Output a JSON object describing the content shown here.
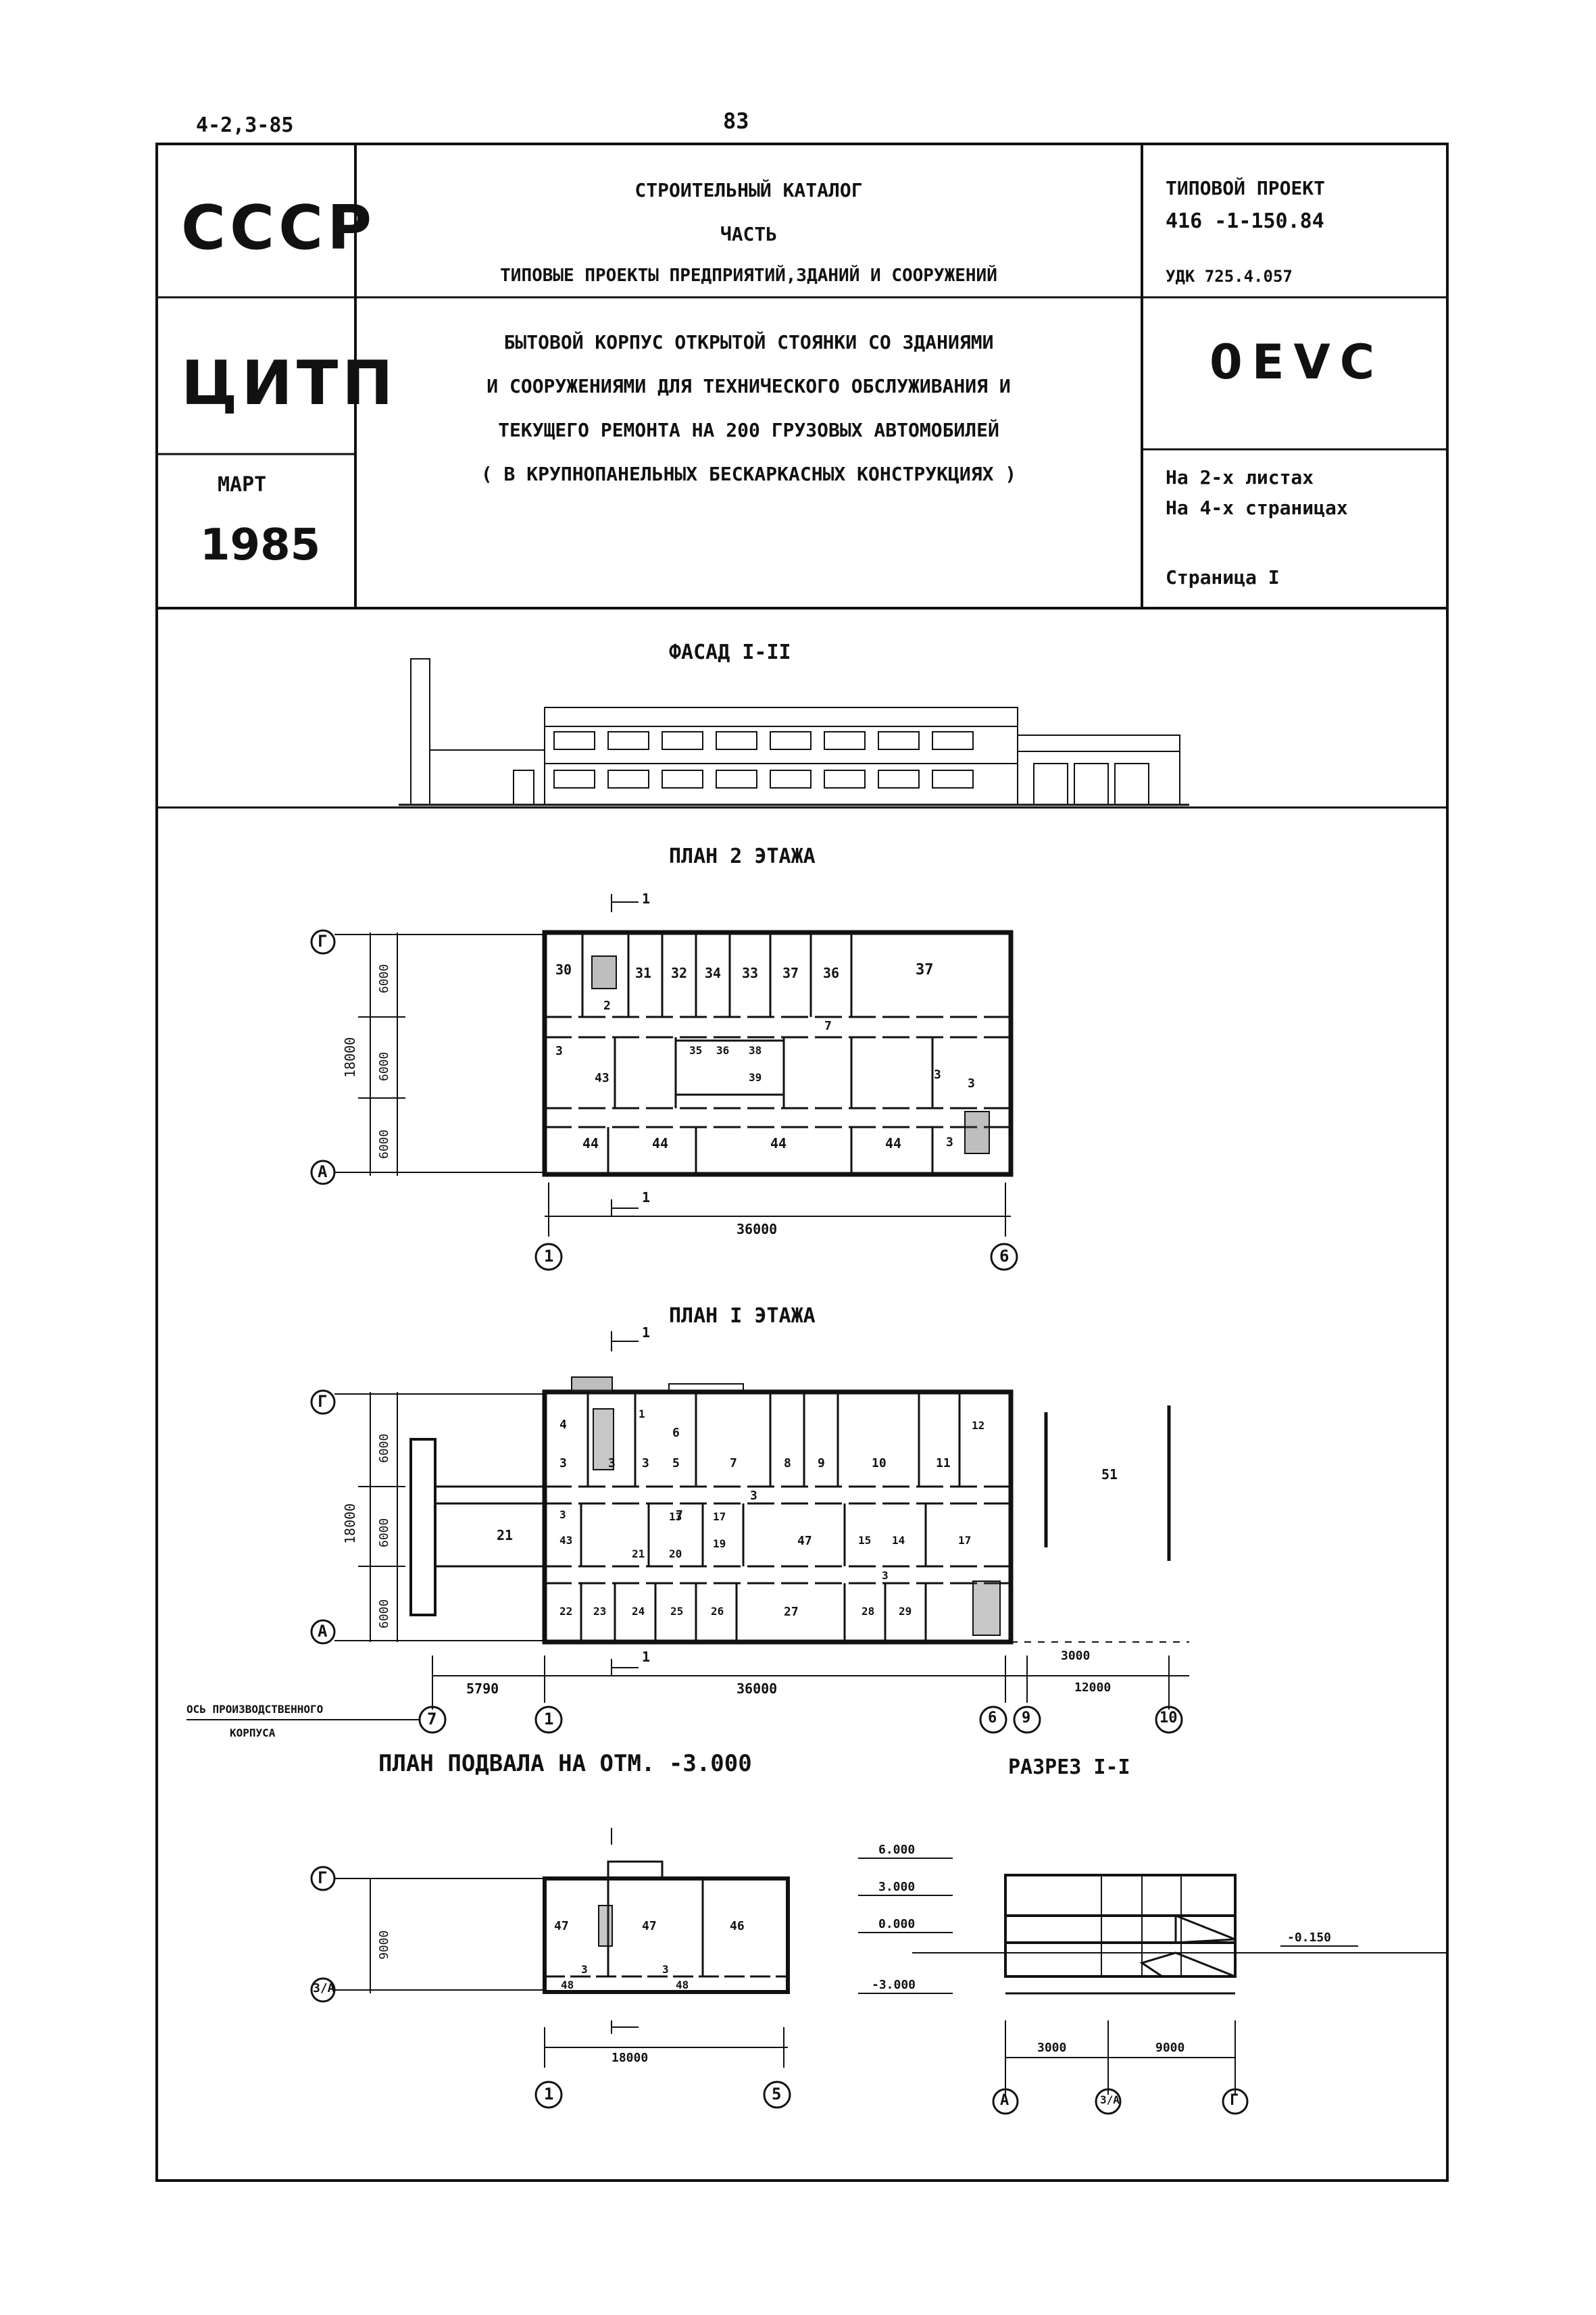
{
  "page": {
    "doc_code": "4-2,3-85",
    "page_number": "83"
  },
  "stamp": {
    "left": {
      "org1": "СССР",
      "org2": "ЦИТП",
      "month": "МАРТ",
      "year": "1985"
    },
    "center": {
      "catalog": "СТРОИТЕЛЬНЫЙ КАТАЛОГ",
      "part": "ЧАСТЬ",
      "section": "ТИПОВЫЕ ПРОЕКТЫ ПРЕДПРИЯТИЙ,ЗДАНИЙ И СООРУЖЕНИЙ",
      "title_lines": [
        "БЫТОВОЙ КОРПУС  ОТКРЫТОЙ СТОЯНКИ СО ЗДАНИЯМИ",
        "И СООРУЖЕНИЯМИ ДЛЯ  ТЕХНИЧЕСКОГО ОБСЛУЖИВАНИЯ  И",
        "ТЕКУЩЕГО РЕМОНТА НА 200 ГРУЗОВЫХ АВТОМОБИЛЕЙ",
        "( В КРУПНОПАНЕЛЬНЫХ БЕСКАРКАСНЫХ  КОНСТРУКЦИЯХ )"
      ]
    },
    "right": {
      "project_label": "ТИПОВОЙ ПРОЕКТ",
      "project_number": "416 -1-150.84",
      "udk": "УДК 725.4.057",
      "code": "0EVC",
      "sheets": "На 2-х листах",
      "pages": "На 4-х страницах",
      "page_label": "Страница I"
    }
  },
  "drawings": {
    "facade": {
      "title": "ФАСАД I-II"
    },
    "plan2": {
      "title": "ПЛАН 2 ЭТАЖА",
      "axes": [
        "Г",
        "А",
        "1",
        "6"
      ],
      "dims": [
        "6000",
        "6000",
        "6000",
        "18000",
        "36000"
      ],
      "section_mark": "1",
      "rooms": [
        "30",
        "31",
        "32",
        "34",
        "33",
        "37",
        "36",
        "37",
        "2",
        "7",
        "3",
        "35",
        "36",
        "38",
        "3",
        "43",
        "39",
        "3",
        "44",
        "44",
        "44",
        "44",
        "3"
      ]
    },
    "plan1": {
      "title": "ПЛАН I ЭТАЖА",
      "axes": [
        "Г",
        "А",
        "7",
        "1",
        "6",
        "9",
        "10"
      ],
      "dims": [
        "6000",
        "6000",
        "6000",
        "18000",
        "36000",
        "5790",
        "3000",
        "12000"
      ],
      "section_mark": "1",
      "axis_note": [
        "ОСЬ  ПРОИЗВОДСТВЕННОГО",
        "КОРПУСА"
      ],
      "rooms": [
        "4",
        "1",
        "6",
        "7",
        "8",
        "9",
        "10",
        "11",
        "12",
        "3",
        "3",
        "3",
        "5",
        "7",
        "3",
        "3",
        "21",
        "13",
        "17",
        "47",
        "15",
        "14",
        "17",
        "43",
        "21",
        "20",
        "19",
        "3",
        "22",
        "23",
        "24",
        "25",
        "26",
        "27",
        "28",
        "29",
        "51"
      ]
    },
    "basement": {
      "title": "ПЛАН ПОДВАЛА НА ОТМ. -3.000",
      "axes": [
        "Г",
        "3/А",
        "1",
        "5"
      ],
      "dims": [
        "9000",
        "18000"
      ],
      "rooms": [
        "47",
        "47",
        "46",
        "3",
        "3",
        "48",
        "48"
      ]
    },
    "section": {
      "title": "РАЗРЕЗ I-I",
      "levels": [
        "6.000",
        "3.000",
        "0.000",
        "-3.000",
        "-0.150"
      ],
      "axes": [
        "А",
        "3/А",
        "Г"
      ],
      "dims": [
        "3000",
        "9000"
      ]
    }
  }
}
